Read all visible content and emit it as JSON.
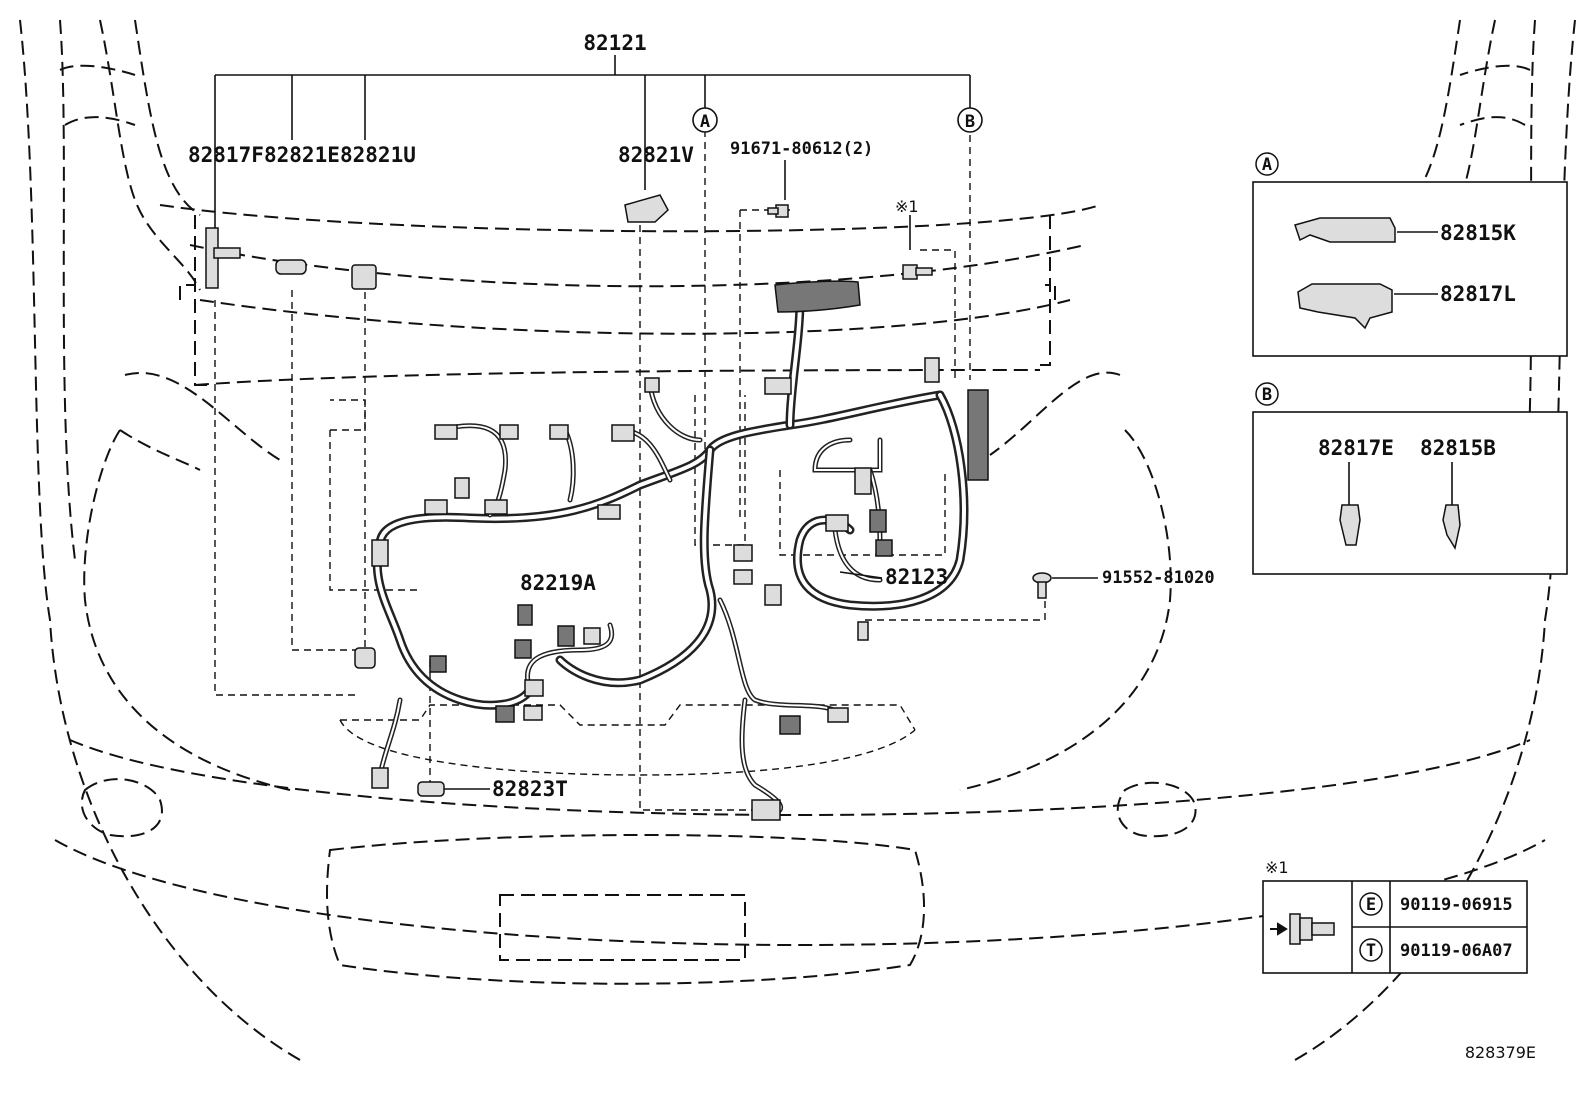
{
  "labels": {
    "main_harness": "82121",
    "clamp_f": "82817F",
    "clamp_e": "82821E",
    "clamp_u": "82821U",
    "clamp_v": "82821V",
    "bolt_front": "91671-80612(2)",
    "note_ref": "※1",
    "sub_harness": "82123",
    "connector_a": "82219A",
    "protector": "82823T",
    "bolt_side": "91552-81020",
    "callout_a": "A",
    "callout_b": "B"
  },
  "detail_a": {
    "badge": "A",
    "part1": "82815K",
    "part2": "82817L"
  },
  "detail_b": {
    "badge": "B",
    "part1": "82817E",
    "part2": "82815B"
  },
  "note_table": {
    "ref": "※1",
    "rows": [
      {
        "code": "E",
        "part": "90119-06915"
      },
      {
        "code": "T",
        "part": "90119-06A07"
      }
    ]
  },
  "diagram_id": "828379E"
}
